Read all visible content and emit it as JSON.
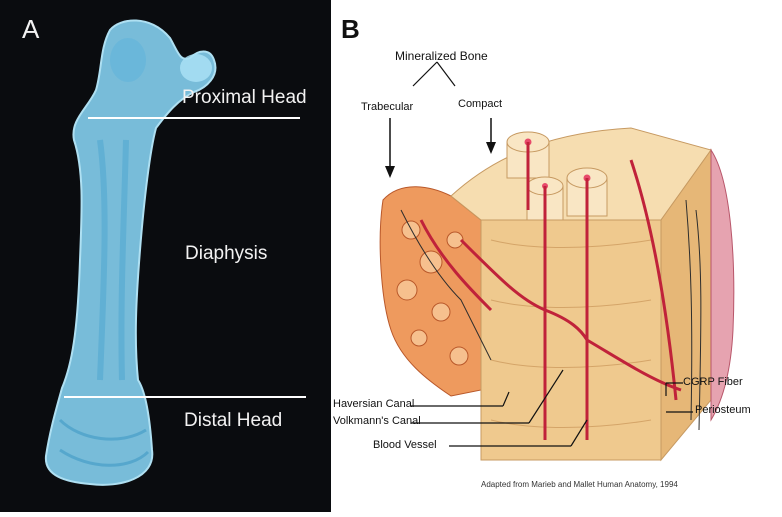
{
  "panel_a": {
    "letter": "A",
    "labels": {
      "proximal_head": "Proximal Head",
      "diaphysis": "Diaphysis",
      "distal_head": "Distal Head"
    },
    "colors": {
      "background": "#0a0c0f",
      "bone": "#8fd3ec",
      "bone_dark": "#3f9ac4",
      "text": "#f2f2f2"
    }
  },
  "panel_b": {
    "letter": "B",
    "labels": {
      "mineralized_bone": "Mineralized Bone",
      "trabecular": "Trabecular",
      "compact": "Compact",
      "haversian_canal": "Haversian Canal",
      "volkmanns_canal": "Volkmann's Canal",
      "blood_vessel": "Blood Vessel",
      "cgrp_fiber": "CGRP Fiber",
      "periosteum": "Periosteum"
    },
    "credit": "Adapted from Marieb and Mallet Human Anatomy, 1994",
    "colors": {
      "bone_top": "#f6ddb0",
      "bone_side": "#efc98e",
      "trabecular": "#e8894f",
      "vessel": "#c0223a",
      "periosteum": "#e6a3b0"
    }
  }
}
